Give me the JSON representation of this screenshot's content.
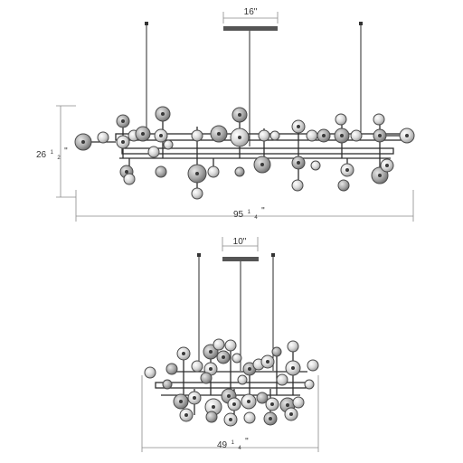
{
  "views": [
    {
      "id": "long",
      "canopy_width": {
        "whole": "16\"",
        "frac_num": "",
        "frac_den": "",
        "frac_suffix": ""
      },
      "overall_height": {
        "whole": "26",
        "frac_num": "1",
        "frac_den": "2",
        "frac_suffix": "\""
      },
      "overall_width": {
        "whole": "95",
        "frac_num": "1",
        "frac_den": "4",
        "frac_suffix": "\""
      }
    },
    {
      "id": "short",
      "canopy_width": {
        "whole": "10\"",
        "frac_num": "",
        "frac_den": "",
        "frac_suffix": ""
      },
      "overall_width": {
        "whole": "49",
        "frac_num": "1",
        "frac_den": "4",
        "frac_suffix": "\""
      }
    }
  ],
  "colors": {
    "line": "#2e2e2e",
    "globe_light": "#f2f2f2",
    "globe_mid": "#c8c8c8",
    "globe_dark": "#8f8f8f",
    "dimension": "#8a8a8a"
  }
}
